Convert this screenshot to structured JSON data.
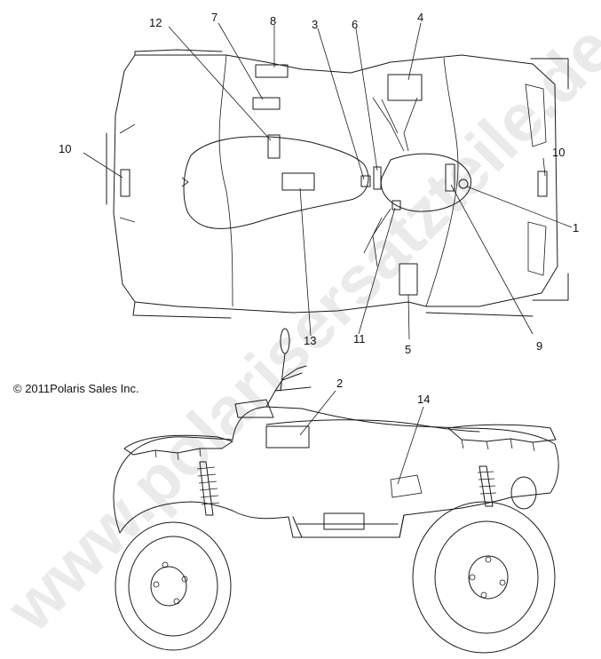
{
  "copyright": "© 2011Polaris Sales Inc.",
  "watermark": "www.polarisersatzteile.de",
  "callouts": [
    {
      "id": "1",
      "label": "1"
    },
    {
      "id": "2",
      "label": "2"
    },
    {
      "id": "3",
      "label": "3"
    },
    {
      "id": "4",
      "label": "4"
    },
    {
      "id": "5",
      "label": "5"
    },
    {
      "id": "6",
      "label": "6"
    },
    {
      "id": "7",
      "label": "7"
    },
    {
      "id": "8",
      "label": "8"
    },
    {
      "id": "9",
      "label": "9"
    },
    {
      "id": "10-left",
      "label": "10"
    },
    {
      "id": "10-right",
      "label": "10"
    },
    {
      "id": "11",
      "label": "11"
    },
    {
      "id": "12",
      "label": "12"
    },
    {
      "id": "13",
      "label": "13"
    },
    {
      "id": "14",
      "label": "14"
    }
  ],
  "colors": {
    "line": "#1a1a1a",
    "watermark": "#d9d9d9",
    "background": "#ffffff"
  }
}
